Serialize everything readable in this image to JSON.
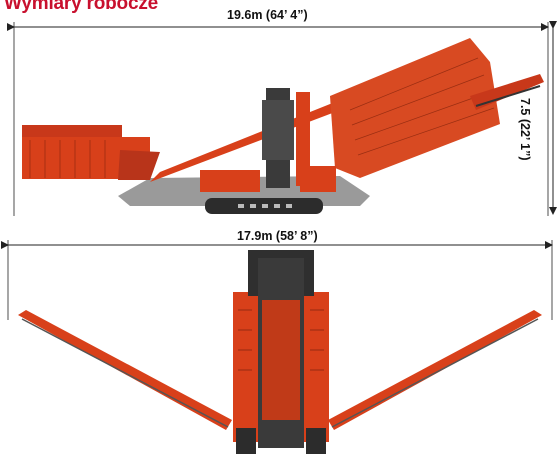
{
  "title": "Wymiary robocze",
  "dimensions": {
    "overall_length": "19.6m (64’ 4”)",
    "overall_width": "17.9m (58’ 8”)",
    "overall_height_partial": "7.5 (22’ 1”)"
  },
  "colors": {
    "title_red": "#c8102e",
    "machine_orange": "#d8401a",
    "machine_dark": "#3a3a3a",
    "dimension_line": "#222222"
  }
}
